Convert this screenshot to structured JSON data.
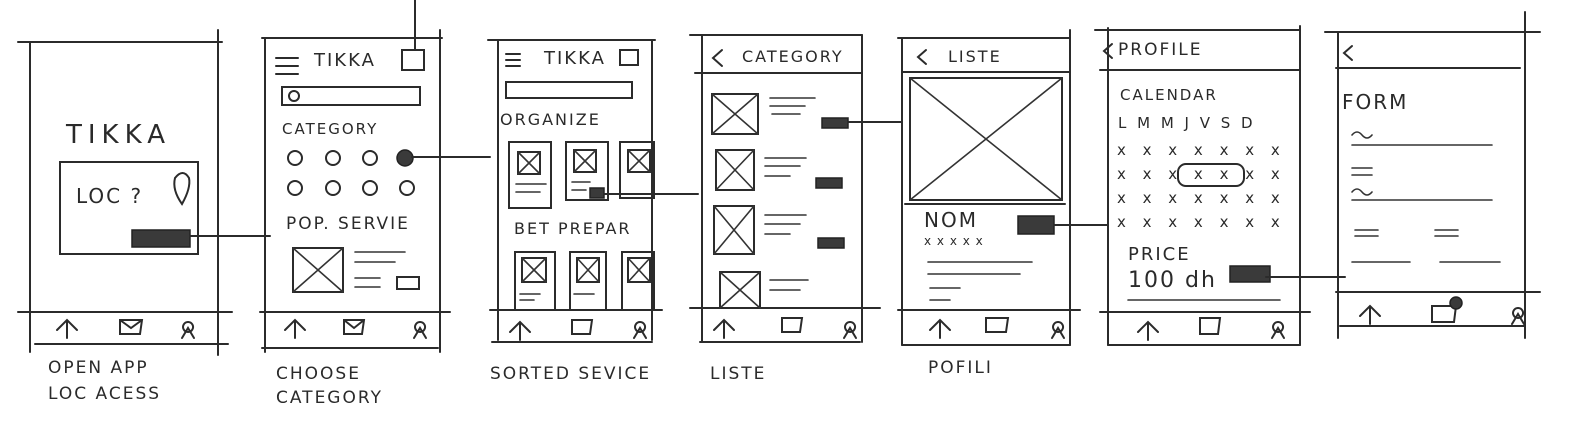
{
  "screens": [
    {
      "app_title": "TIKKA",
      "loc_text": "LOC ?",
      "caption": [
        "OPEN APP",
        "LOC ACESS"
      ]
    },
    {
      "app_title": "TIKKA",
      "section_category": "CATEGORY",
      "section_popular": "POP. SERVIE",
      "caption": [
        "CHOOSE",
        "CATEGORY"
      ]
    },
    {
      "app_title": "TIKKA",
      "section_organize": "ORGANIZE",
      "section_bet": "BET PREPAR",
      "caption": [
        "SORTED SEVICE"
      ]
    },
    {
      "header": "CATEGORY",
      "caption": [
        "LISTE"
      ]
    },
    {
      "header": "LISTE",
      "name_label": "NOM",
      "stars": "x x x x x",
      "caption": [
        "POFILI"
      ]
    },
    {
      "header": "PROFILE",
      "calendar_label": "CALENDAR",
      "weekdays": "L M M J V S D",
      "price_label": "PRICE",
      "price_value": "100 dh",
      "caption": []
    },
    {
      "header": "",
      "form_label": "FORM",
      "caption": []
    }
  ]
}
